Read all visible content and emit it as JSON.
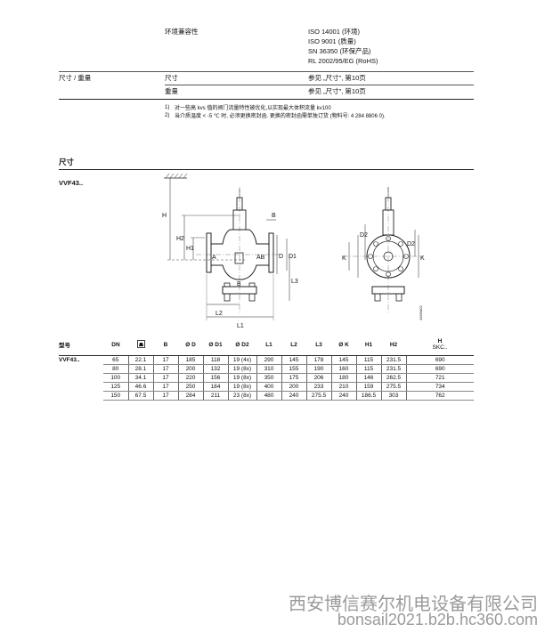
{
  "spec": {
    "environment_label": "环境兼容性",
    "environment_values": [
      "ISO 14001 (环境)",
      "ISO 9001 (质量)",
      "SN 36350 (环保产品)",
      "RL 2002/95/EG (RoHS)"
    ],
    "dimensions_group": "尺寸 / 重量",
    "rows": [
      {
        "label": "尺寸",
        "value": "参见 „尺寸\", 第10页"
      },
      {
        "label": "重量",
        "value": "参见 „尺寸\", 第10页"
      }
    ]
  },
  "footnotes": [
    {
      "mark": "1)",
      "text": "对一些高 kvs 值的阀门流量特性被优化,以实现最大体积流量 kv100"
    },
    {
      "mark": "2)",
      "text": "当介质温度 < -5 ℃ 时, 必须更换密封函. 更换的密封函需单独订货 (物料号: 4 284 8806 0)."
    }
  ],
  "section": {
    "title": "尺寸",
    "model": "VVF43.."
  },
  "drawing": {
    "code": "4363M02",
    "labels": {
      "H": "H",
      "H1": "H1",
      "H2": "H2",
      "B": "B",
      "A": "A",
      "AB": "AB",
      "Bport": "B",
      "D": "D",
      "D1": "D1",
      "D2": "D2",
      "L1": "L1",
      "L2": "L2",
      "L3": "L3",
      "K": "K"
    }
  },
  "table": {
    "headers": [
      "型号",
      "DN",
      "weight-icon",
      "B",
      "Ø D",
      "Ø D1",
      "Ø D2",
      "L1",
      "L2",
      "L3",
      "Ø K",
      "H1",
      "H2",
      "H"
    ],
    "h_sub": "SKC..",
    "model": "VVF43..",
    "rows": [
      [
        "65",
        "22.1",
        "17",
        "185",
        "118",
        "19 (4x)",
        "290",
        "145",
        "178",
        "145",
        "115",
        "231.5",
        "690"
      ],
      [
        "80",
        "28.1",
        "17",
        "200",
        "132",
        "19 (8x)",
        "310",
        "155",
        "190",
        "160",
        "115",
        "231.5",
        "690"
      ],
      [
        "100",
        "34.1",
        "17",
        "220",
        "156",
        "19 (8x)",
        "350",
        "175",
        "206",
        "180",
        "146",
        "262.5",
        "721"
      ],
      [
        "125",
        "46.6",
        "17",
        "250",
        "184",
        "19 (8x)",
        "400",
        "200",
        "233",
        "210",
        "159",
        "275.5",
        "734"
      ],
      [
        "150",
        "67.5",
        "17",
        "284",
        "211",
        "23 (8x)",
        "480",
        "240",
        "275.5",
        "240",
        "186.5",
        "303",
        "762"
      ]
    ]
  },
  "watermark": {
    "company": "西安博信赛尔机电设备有限公司",
    "url": "bonsail2021.b2b.hc360.com"
  }
}
